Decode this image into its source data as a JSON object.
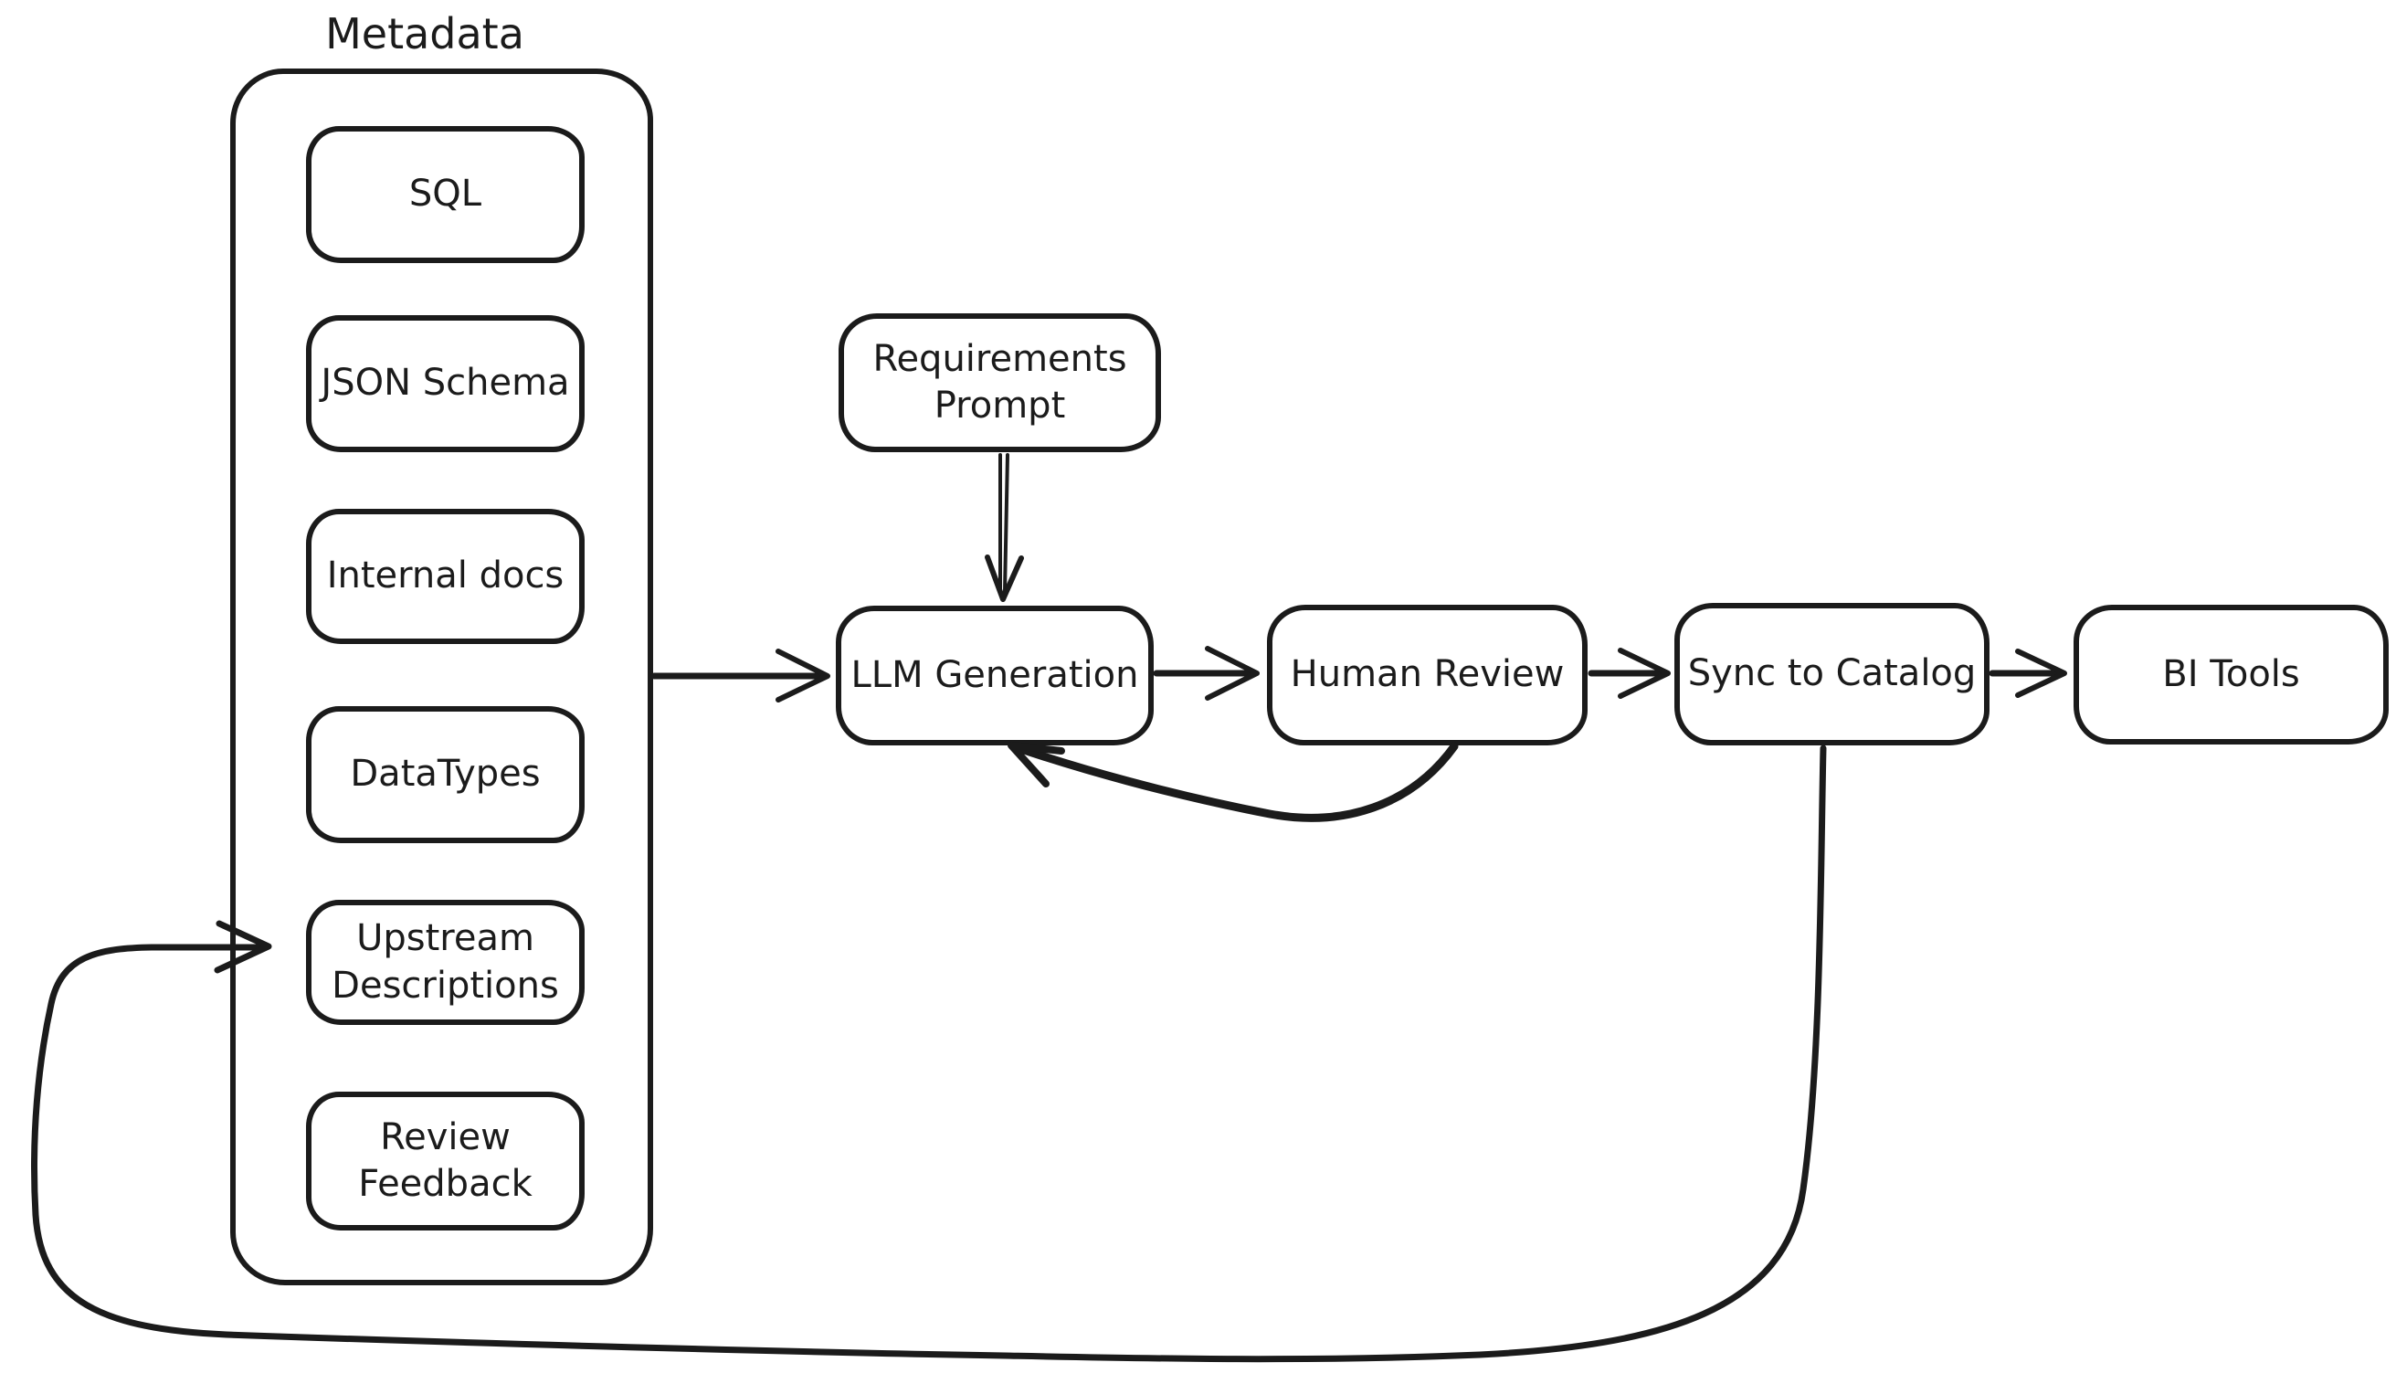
{
  "canvas": {
    "background_color": "#ffffff",
    "stroke_color": "#1b1b1b",
    "style": "hand-drawn flowchart"
  },
  "group": {
    "title": "Metadata",
    "items": [
      {
        "id": "sql",
        "label": "SQL"
      },
      {
        "id": "json-schema",
        "label": "JSON Schema"
      },
      {
        "id": "internal-docs",
        "label": "Internal docs"
      },
      {
        "id": "datatypes",
        "label": "DataTypes"
      },
      {
        "id": "upstream-descriptions",
        "label": "Upstream Descriptions"
      },
      {
        "id": "review-feedback",
        "label": "Review Feedback"
      }
    ]
  },
  "nodes": {
    "requirements_prompt": {
      "label": "Requirements Prompt"
    },
    "llm_generation": {
      "label": "LLM Generation"
    },
    "human_review": {
      "label": "Human Review"
    },
    "sync_to_catalog": {
      "label": "Sync to Catalog"
    },
    "bi_tools": {
      "label": "BI Tools"
    }
  },
  "edges": [
    {
      "from": "metadata-group",
      "to": "llm-generation",
      "style": "straight arrow"
    },
    {
      "from": "requirements-prompt",
      "to": "llm-generation",
      "style": "straight arrow"
    },
    {
      "from": "llm-generation",
      "to": "human-review",
      "style": "straight arrow"
    },
    {
      "from": "human-review",
      "to": "sync-to-catalog",
      "style": "straight arrow"
    },
    {
      "from": "sync-to-catalog",
      "to": "bi-tools",
      "style": "straight arrow"
    },
    {
      "from": "human-review",
      "to": "llm-generation",
      "style": "curved feedback arrow"
    },
    {
      "from": "sync-to-catalog",
      "to": "upstream-descriptions",
      "style": "long curved feedback arrow"
    }
  ]
}
